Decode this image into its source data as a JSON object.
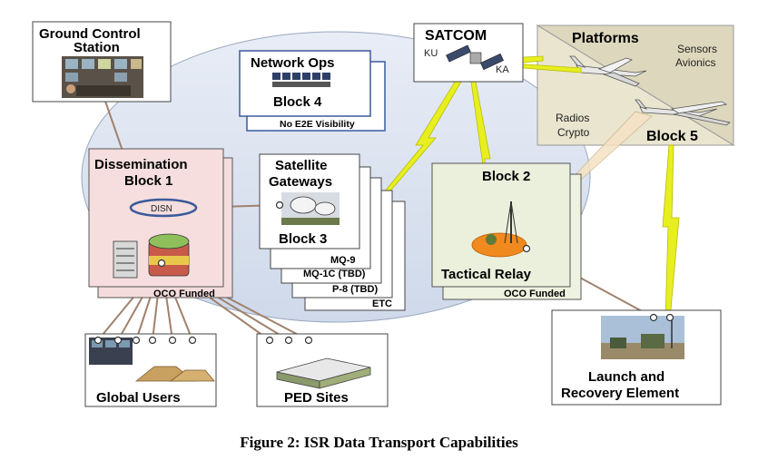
{
  "ground_control": {
    "title_line1": "Ground Control",
    "title_line2": "Station"
  },
  "network_ops": {
    "title": "Network Ops",
    "block": "Block 4",
    "note": "No E2E Visibility"
  },
  "satcom": {
    "title": "SATCOM",
    "ku": "KU",
    "ka": "KA"
  },
  "platforms": {
    "title": "Platforms",
    "sensors": "Sensors",
    "avionics": "Avionics",
    "radios": "Radios",
    "crypto": "Crypto",
    "block": "Block 5"
  },
  "dissemination": {
    "title": "Dissemination",
    "block": "Block 1",
    "disn": "DISN",
    "funding": "OCO Funded"
  },
  "satellite_gateways": {
    "title_line1": "Satellite",
    "title_line2": "Gateways",
    "block": "Block 3",
    "stack": [
      "MQ-9",
      "MQ-1C (TBD)",
      "P-8 (TBD)",
      "ETC"
    ]
  },
  "tactical_relay": {
    "block": "Block 2",
    "title": "Tactical Relay",
    "funding": "OCO Funded"
  },
  "global_users": {
    "title": "Global Users"
  },
  "ped_sites": {
    "title": "PED Sites"
  },
  "launch_recovery": {
    "title_line1": "Launch and",
    "title_line2": "Recovery Element"
  },
  "caption": "Figure 2: ISR Data Transport Capabilities",
  "colors": {
    "cloud": "#dfe6f2",
    "dissemination_fill": "#f6dcdc",
    "tactical_fill": "#eaf0dc",
    "platforms_fill": "#e7e2c9",
    "link_line": "#a0826d",
    "lightning": "#e8ef20",
    "border": "#444444"
  }
}
